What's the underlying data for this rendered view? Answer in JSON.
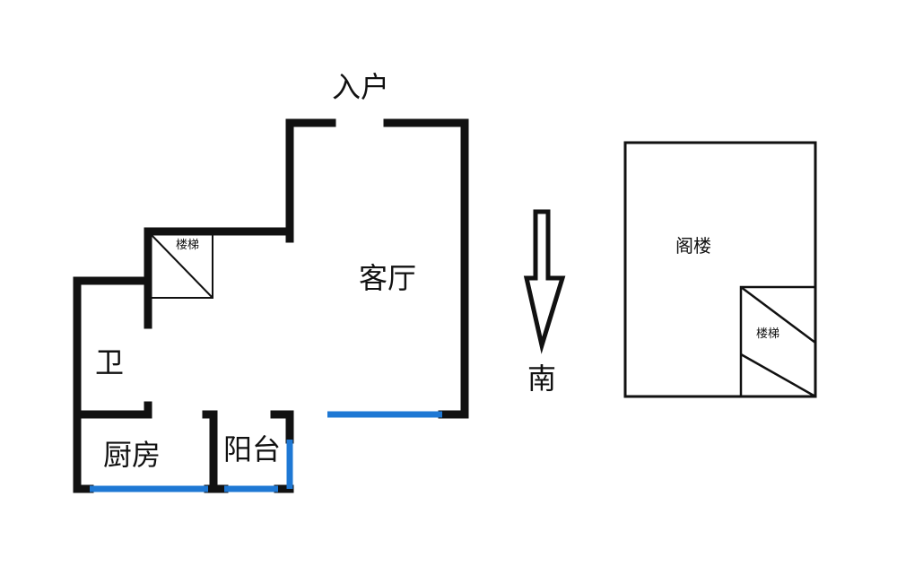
{
  "labels": {
    "entrance": "入户",
    "living_room": "客厅",
    "stairs": "楼梯",
    "bathroom": "卫",
    "kitchen": "厨房",
    "balcony": "阳台",
    "south": "南",
    "loft": "阁楼",
    "loft_stairs": "楼梯"
  },
  "colors": {
    "wall": "#111111",
    "window": "#1e78d4",
    "background": "#ffffff"
  },
  "icons": {
    "compass": "arrow-down-icon"
  }
}
